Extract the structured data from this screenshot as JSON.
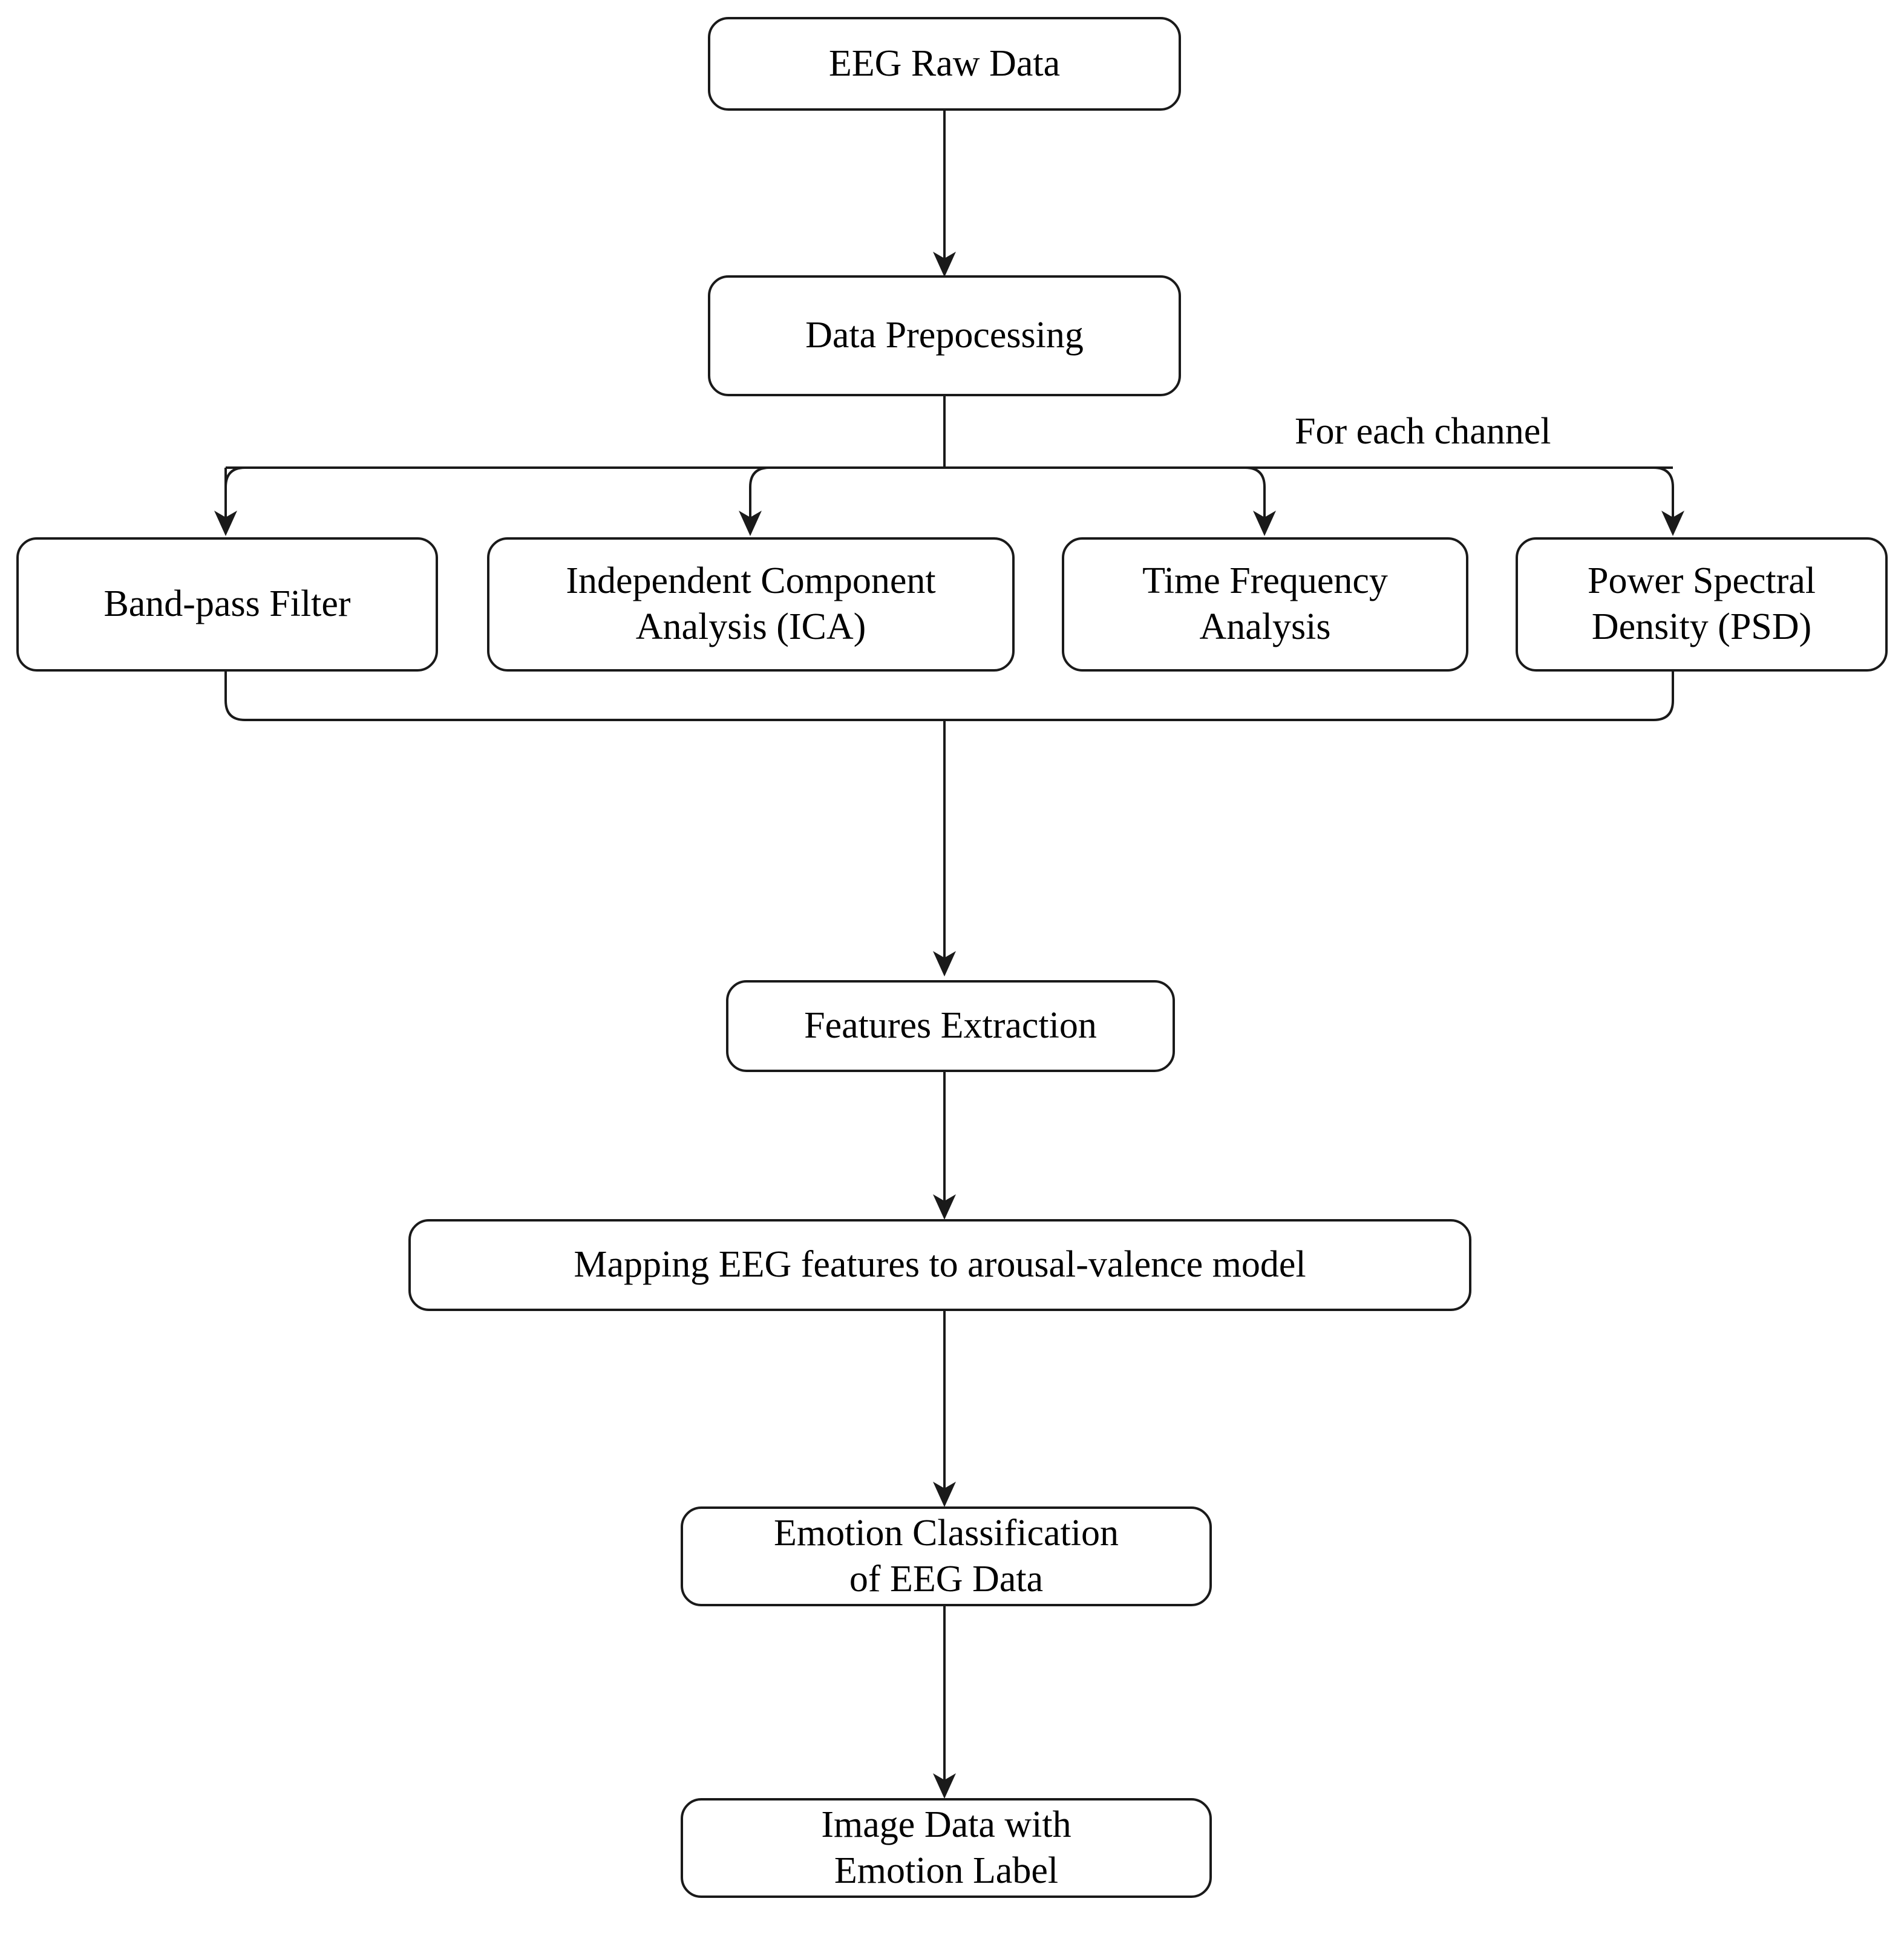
{
  "diagram": {
    "title": "EEG Emotion Recognition Processing Pipeline",
    "orientation": "top-to-bottom",
    "stroke_color": "#1a1a1a",
    "background_color": "#ffffff",
    "text_color": "#000000"
  },
  "nodes": {
    "raw": {
      "label": "EEG Raw Data"
    },
    "prep": {
      "label": "Data Prepocessing"
    },
    "bandpass": {
      "label": "Band-pass Filter"
    },
    "ica": {
      "label": "Independent Component\nAnalysis (ICA)"
    },
    "tfa": {
      "label": "Time Frequency\nAnalysis"
    },
    "psd": {
      "label": "Power Spectral\nDensity (PSD)"
    },
    "features": {
      "label": "Features Extraction"
    },
    "mapping": {
      "label": "Mapping EEG features to arousal-valence model"
    },
    "emotion": {
      "label": "Emotion Classification\nof EEG Data"
    },
    "image": {
      "label": "Image Data with\nEmotion Label"
    }
  },
  "captions": {
    "for_each_channel": "For each channel"
  },
  "edges": [
    {
      "from": "raw",
      "to": "prep",
      "kind": "straight-arrow"
    },
    {
      "from": "prep",
      "to": "bandpass",
      "kind": "fan-out-arrow"
    },
    {
      "from": "prep",
      "to": "ica",
      "kind": "fan-out-arrow"
    },
    {
      "from": "prep",
      "to": "tfa",
      "kind": "fan-out-arrow"
    },
    {
      "from": "prep",
      "to": "psd",
      "kind": "fan-out-arrow"
    },
    {
      "from": "bandpass",
      "to": "features",
      "kind": "merge"
    },
    {
      "from": "psd",
      "to": "features",
      "kind": "merge"
    },
    {
      "from": "features",
      "to": "mapping",
      "kind": "straight-arrow"
    },
    {
      "from": "mapping",
      "to": "emotion",
      "kind": "straight-arrow"
    },
    {
      "from": "emotion",
      "to": "image",
      "kind": "straight-arrow"
    }
  ]
}
